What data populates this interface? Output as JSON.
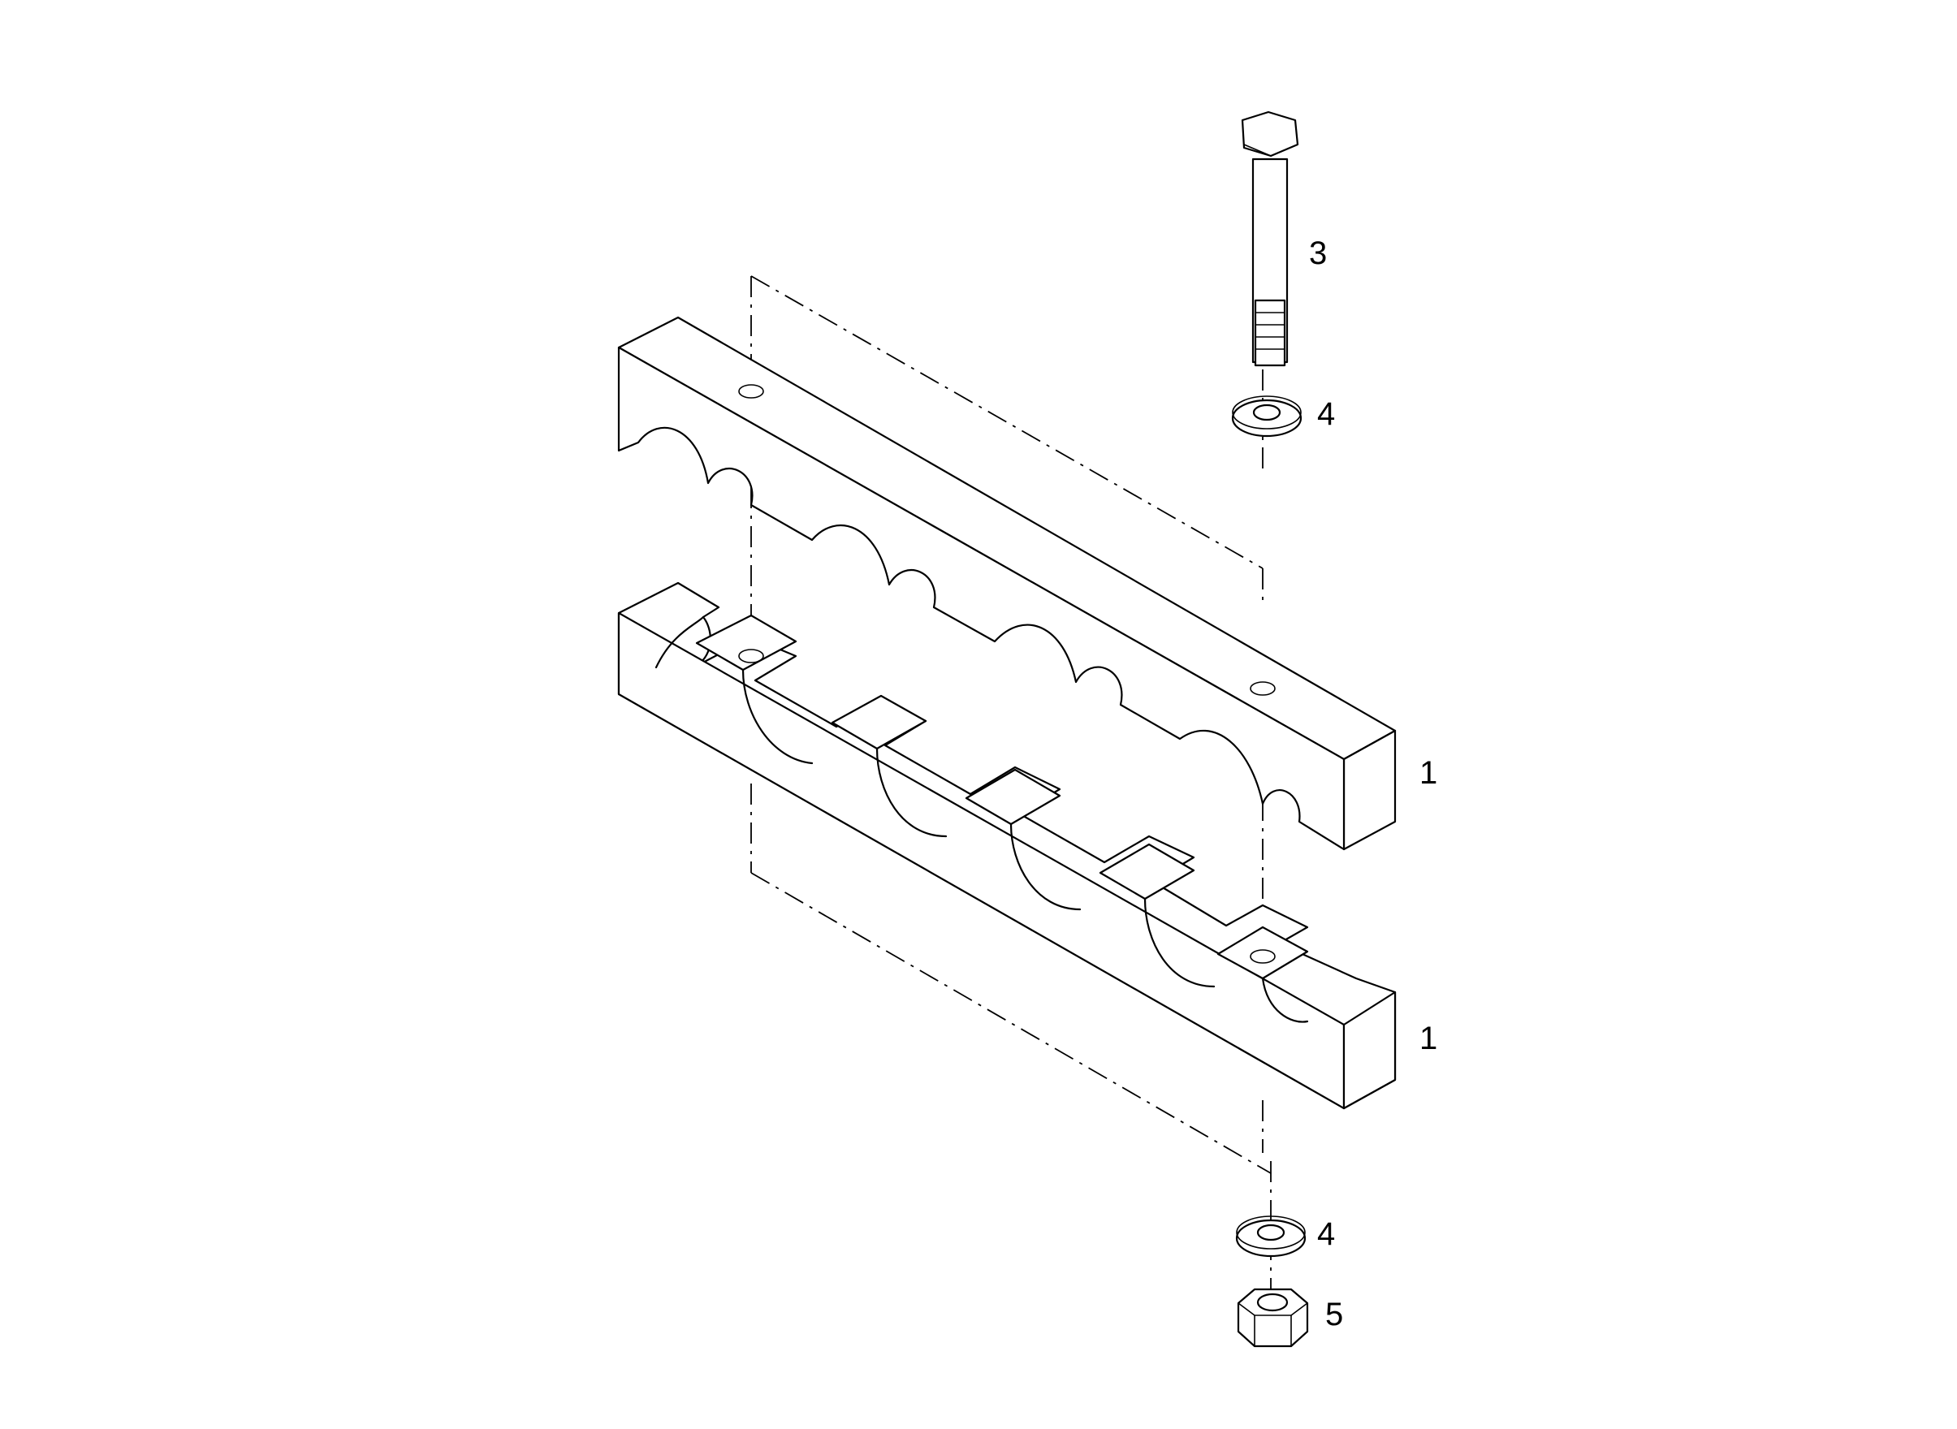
{
  "diagram": {
    "callouts": [
      {
        "id": "upper-clamp-half",
        "label": "1"
      },
      {
        "id": "lower-clamp-half",
        "label": "1"
      },
      {
        "id": "bolt",
        "label": "3"
      },
      {
        "id": "upper-washer",
        "label": "4"
      },
      {
        "id": "lower-washer",
        "label": "4"
      },
      {
        "id": "nut",
        "label": "5"
      }
    ]
  }
}
